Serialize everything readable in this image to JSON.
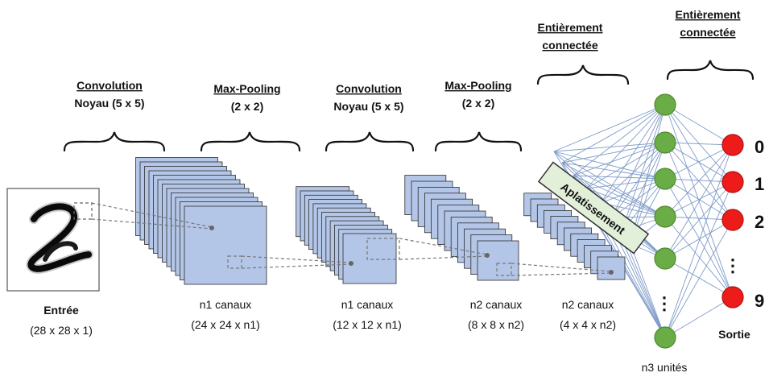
{
  "colors": {
    "feature_map_fill": "#b4c6e7",
    "feature_map_stroke": "#2b2b2b",
    "hidden_node": "#6aac46",
    "output_node": "#ee1b1b",
    "connection_line": "#7f9bc9",
    "flatten_box": "#e2efd9"
  },
  "headers": {
    "conv1": {
      "line1": "Convolution",
      "line2": "Noyau (5 x 5)"
    },
    "pool1": {
      "line1": "Max-Pooling",
      "line2": "(2 x 2)"
    },
    "conv2": {
      "line1": "Convolution",
      "line2": "Noyau (5 x 5)"
    },
    "pool2": {
      "line1": "Max-Pooling",
      "line2": "(2 x 2)"
    },
    "fc1": {
      "line1": "Entièrement",
      "line2": "connectée"
    },
    "fc2": {
      "line1": "Entièrement",
      "line2": "connectée"
    }
  },
  "labels": {
    "input": {
      "title": "Entrée",
      "dims": "(28 x 28 x 1)"
    },
    "map1": {
      "title": "n1 canaux",
      "dims": "(24 x 24 x n1)"
    },
    "map2": {
      "title": "n1 canaux",
      "dims": "(12 x 12 x n1)"
    },
    "map3": {
      "title": "n2 canaux",
      "dims": "(8 x 8 x n2)"
    },
    "map4": {
      "title": "n2 canaux",
      "dims": "(4 x 4 x n2)"
    },
    "hidden": "n3 unités",
    "output": "Sortie",
    "flatten": "Aplatissement"
  },
  "output_digits": [
    "0",
    "1",
    "2",
    "⋮",
    "9"
  ],
  "hidden_dots": "⋮",
  "output_dots": "⋮"
}
